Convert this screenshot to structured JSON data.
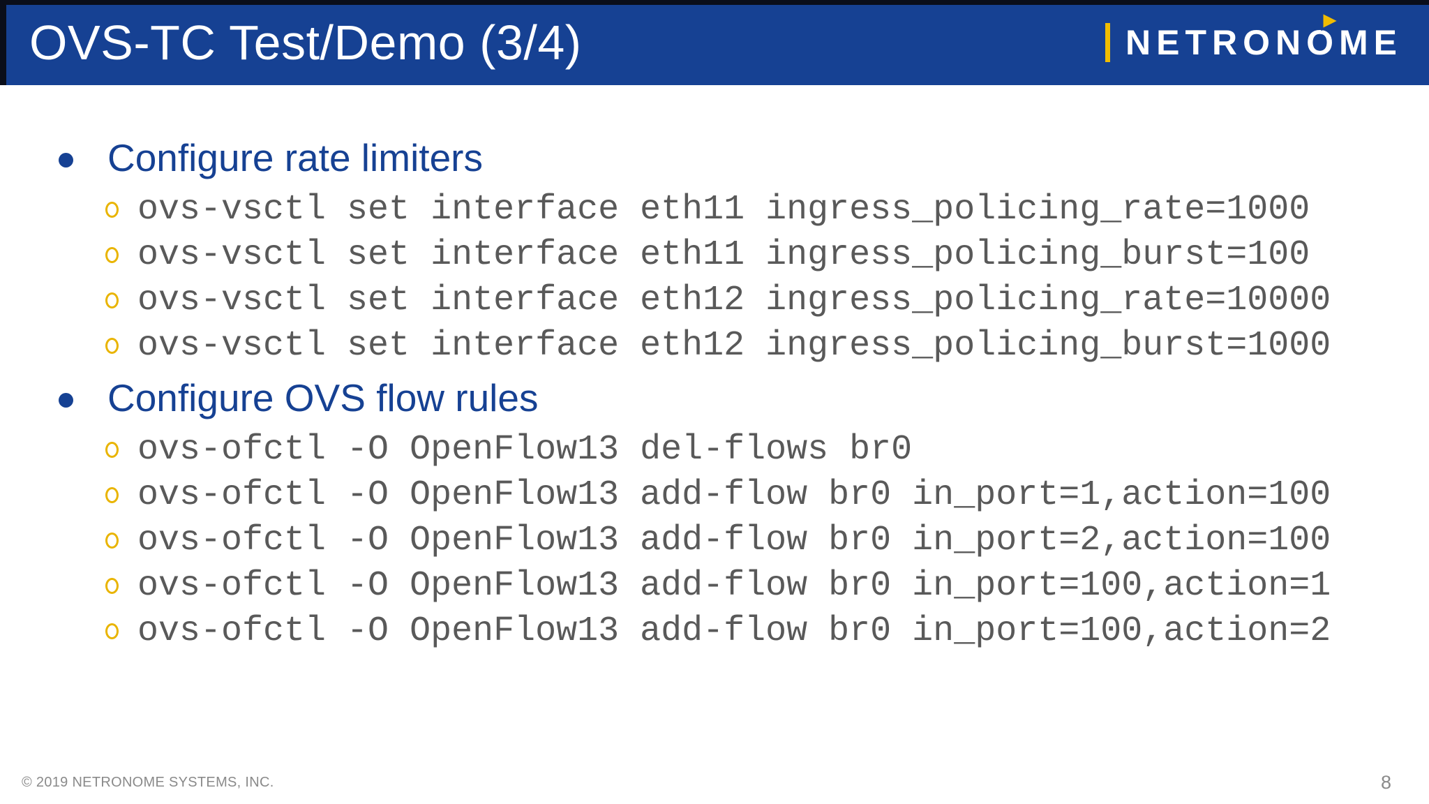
{
  "slide": {
    "header": {
      "title": "OVS-TC Test/Demo (3/4)",
      "logo": {
        "brand": "NETRONOME",
        "brand_pre": "NETRON",
        "brand_o": "O",
        "brand_post": "ME"
      }
    },
    "sections": [
      {
        "heading": "Configure rate limiters",
        "commands": [
          "ovs-vsctl set interface eth11 ingress_policing_rate=1000",
          "ovs-vsctl set interface eth11 ingress_policing_burst=100",
          "ovs-vsctl set interface eth12 ingress_policing_rate=10000",
          "ovs-vsctl set interface eth12 ingress_policing_burst=1000"
        ]
      },
      {
        "heading": "Configure OVS flow rules",
        "commands": [
          "ovs-ofctl -O OpenFlow13 del-flows br0",
          "ovs-ofctl -O OpenFlow13 add-flow br0 in_port=1,action=100",
          "ovs-ofctl -O OpenFlow13 add-flow br0 in_port=2,action=100",
          "ovs-ofctl -O OpenFlow13 add-flow br0 in_port=100,action=1",
          "ovs-ofctl -O OpenFlow13 add-flow br0 in_port=100,action=2"
        ]
      }
    ],
    "footer": {
      "copyright": "© 2019 NETRONOME SYSTEMS, INC.",
      "page_number": "8"
    },
    "colors": {
      "header_blue": "#164193",
      "accent_gold": "#f0bc00",
      "code_gray": "#595959",
      "footer_gray": "#8a8a8a"
    }
  }
}
